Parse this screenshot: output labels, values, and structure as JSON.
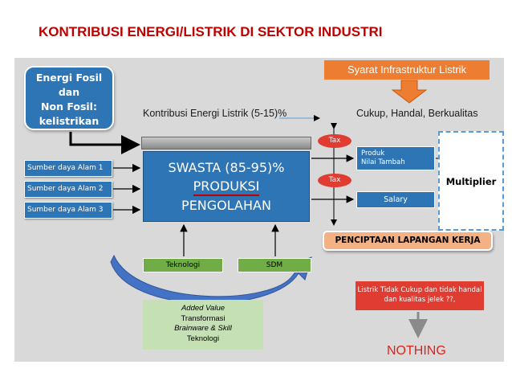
{
  "title": "KONTRIBUSI ENERGI/LISTRIK DI SEKTOR INDUSTRI",
  "energi_box": {
    "line1": "Energi Fosil",
    "line2": "dan",
    "line3": "Non Fosil:",
    "line4": "kelistrikan"
  },
  "syarat_box": "Syarat Infrastruktur Listrik",
  "kontribusi_label": "Kontribusi Energi Listrik (5-15)%",
  "cukup_label": "Cukup, Handal, Berkualitas",
  "sumber_daya": [
    "Sumber daya Alam 1",
    "Sumber daya Alam 2",
    "Sumber daya Alam 3"
  ],
  "center_box": {
    "line1": "SWASTA (85-95)%",
    "line2": "PRODUKSI",
    "line3": "PENGOLAHAN"
  },
  "tax_labels": [
    "Tax",
    "Tax"
  ],
  "produk_box": {
    "line1": "Produk",
    "line2": "Nilai Tambah"
  },
  "salary_box": "Salary",
  "multiplier_label": "Multiplier",
  "lapangan_box": "PENCIPTAAN LAPANGAN KERJA",
  "teknologi_box": "Teknologi",
  "sdm_box": "SDM",
  "added_value": {
    "line1": "Added Value",
    "line2": "Transformasi",
    "line3": "Brainware & Skill",
    "line4": "Teknologi"
  },
  "callout_text": "Listrik Tidak Cukup dan tidak handal dan kualitas jelek ??,",
  "nothing_label": "NOTHING",
  "colors": {
    "title": "#c00000",
    "blue_box": "#2e75b6",
    "orange_box": "#ed7d31",
    "green_box": "#70ad47",
    "red": "#e03c31",
    "panel": "#d9d9d9"
  }
}
